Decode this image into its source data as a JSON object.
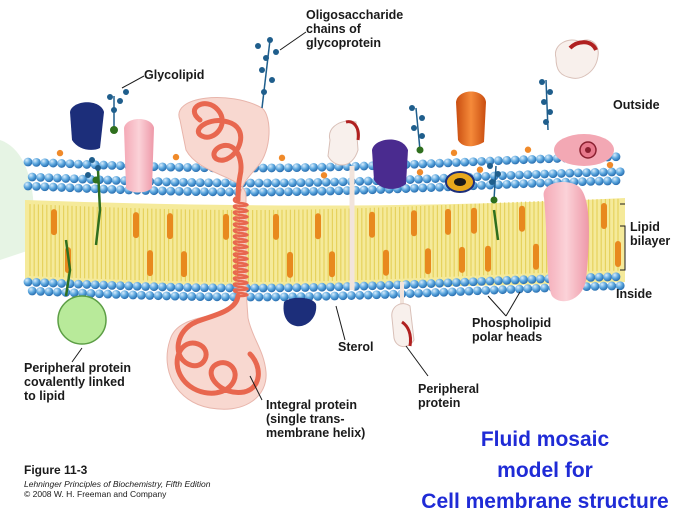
{
  "labels": {
    "oligosaccharide": [
      "Oligosaccharide",
      "chains of",
      "glycoprotein"
    ],
    "glycolipid": "Glycolipid",
    "outside": "Outside",
    "lipid_bilayer": [
      "Lipid",
      "bilayer"
    ],
    "inside": "Inside",
    "phospholipid_heads": [
      "Phospholipid",
      "polar heads"
    ],
    "sterol": "Sterol",
    "peripheral_protein_lipid": [
      "Peripheral protein",
      "covalently linked",
      "to lipid"
    ],
    "integral_protein": [
      "Integral protein",
      "(single trans-",
      "membrane helix)"
    ],
    "peripheral_protein": [
      "Peripheral",
      "protein"
    ]
  },
  "figure": {
    "number": "Figure 11-3",
    "book": "Lehninger Principles of Biochemistry, Fifth Edition",
    "copyright": "© 2008 W. H. Freeman and Company"
  },
  "title": [
    "Fluid mosaic",
    "model for",
    "Cell membrane structure"
  ],
  "colors": {
    "polar_head": "#5aa6de",
    "tail": "#f2e68a",
    "integral_protein": "#e8674f",
    "protein_fill": "#f8d8d0",
    "navy_protein": "#1c2e7a",
    "orange_protein": "#e8651e",
    "purple_protein": "#4a2b8f",
    "green_protein": "#b8ea9a",
    "sugar": "#1f5e8c",
    "title": "#1f2bd6"
  }
}
